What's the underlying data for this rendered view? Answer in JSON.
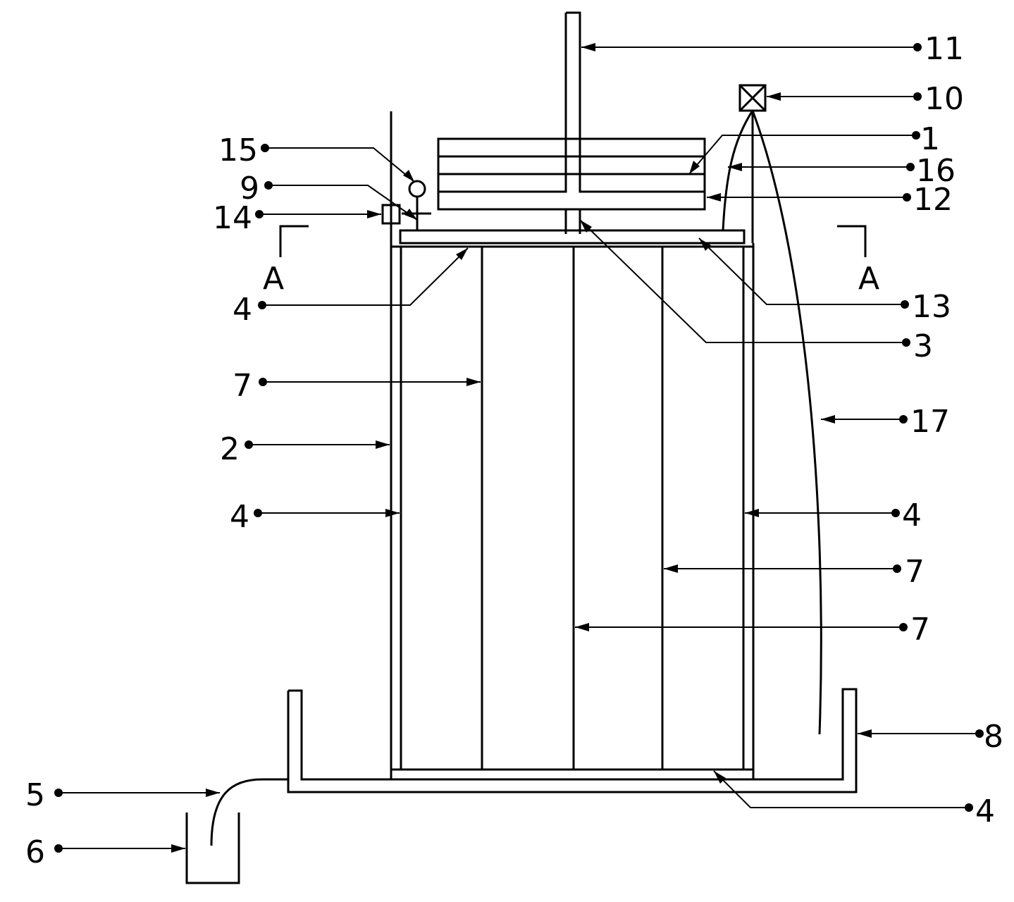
{
  "labels": {
    "l11": "11",
    "l10": "10",
    "l1": "1",
    "l16": "16",
    "l12": "12",
    "l15": "15",
    "l9": "9",
    "l14": "14",
    "l13": "13",
    "l3": "3",
    "l4_upper_left": "4",
    "l7_left": "7",
    "l2": "2",
    "l4_left": "4",
    "l17": "17",
    "l4_right": "4",
    "l7_right": "7",
    "l7_center": "7",
    "l8": "8",
    "l5": "5",
    "l4_bottom": "4",
    "l6": "6"
  },
  "section_marks": {
    "left": "A",
    "right": "A"
  }
}
